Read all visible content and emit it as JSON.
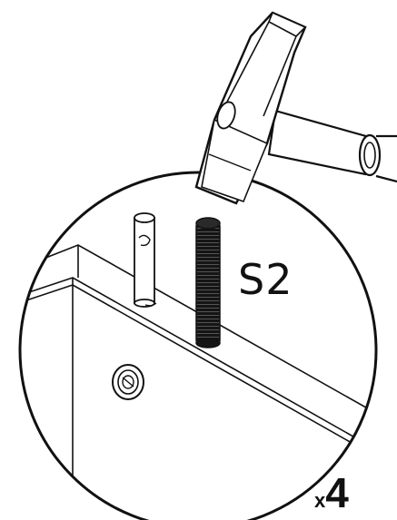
{
  "diagram": {
    "part_label": "S2",
    "quantity_prefix": "x",
    "quantity_value": "4"
  },
  "icons": {
    "tool": "hammer-icon",
    "dowel_pin": "wooden-dowel-icon",
    "dowel": "ribbed-dowel-icon",
    "fitting": "cam-lock-icon"
  },
  "colors": {
    "line": "#111111",
    "fill": "#ffffff",
    "dowel": "#151515"
  }
}
